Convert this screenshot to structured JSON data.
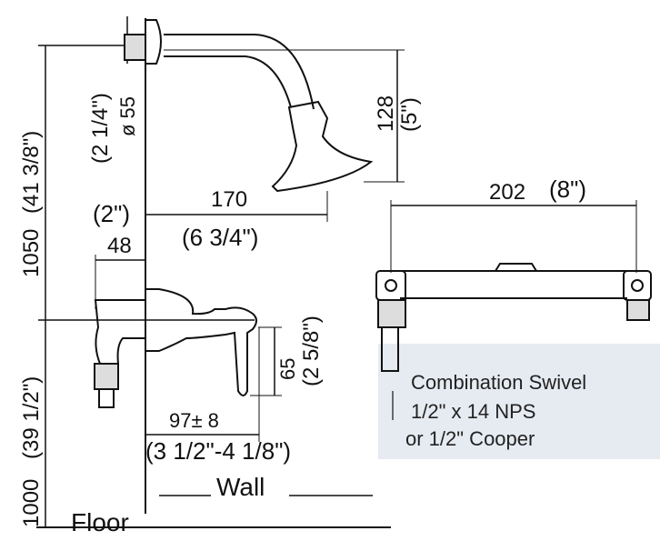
{
  "colors": {
    "line": "#111111",
    "note_background": "#e6ebf2",
    "background": "#ffffff"
  },
  "dimensions": {
    "wall_height_mm": "1050",
    "wall_height_in": "(41 3/8\")",
    "valve_height_mm": "1000",
    "valve_height_in": "(39 1/2\")",
    "flange_diameter_mm": "ø 55",
    "flange_diameter_in": "(2 1/4\")",
    "drop_mm": "128",
    "drop_in": "(5\")",
    "arm_reach_mm": "170",
    "arm_reach_in": "(6 3/4\")",
    "swivel_width_mm": "202",
    "swivel_width_in": "(8\")",
    "valve_offset_in": "(2\")",
    "valve_offset_mm": "48",
    "handle_height_mm": "65",
    "handle_height_in": "(2 5/8\")",
    "valve_depth_mm": "97± 8",
    "valve_depth_in": "(3 1/2\"-4 1/8\")"
  },
  "labels": {
    "wall": "Wall",
    "floor": "Floor"
  },
  "note": {
    "line1": "Combination Swivel",
    "line2": "1/2\" x 14 NPS",
    "line3": "or 1/2\" Cooper"
  }
}
